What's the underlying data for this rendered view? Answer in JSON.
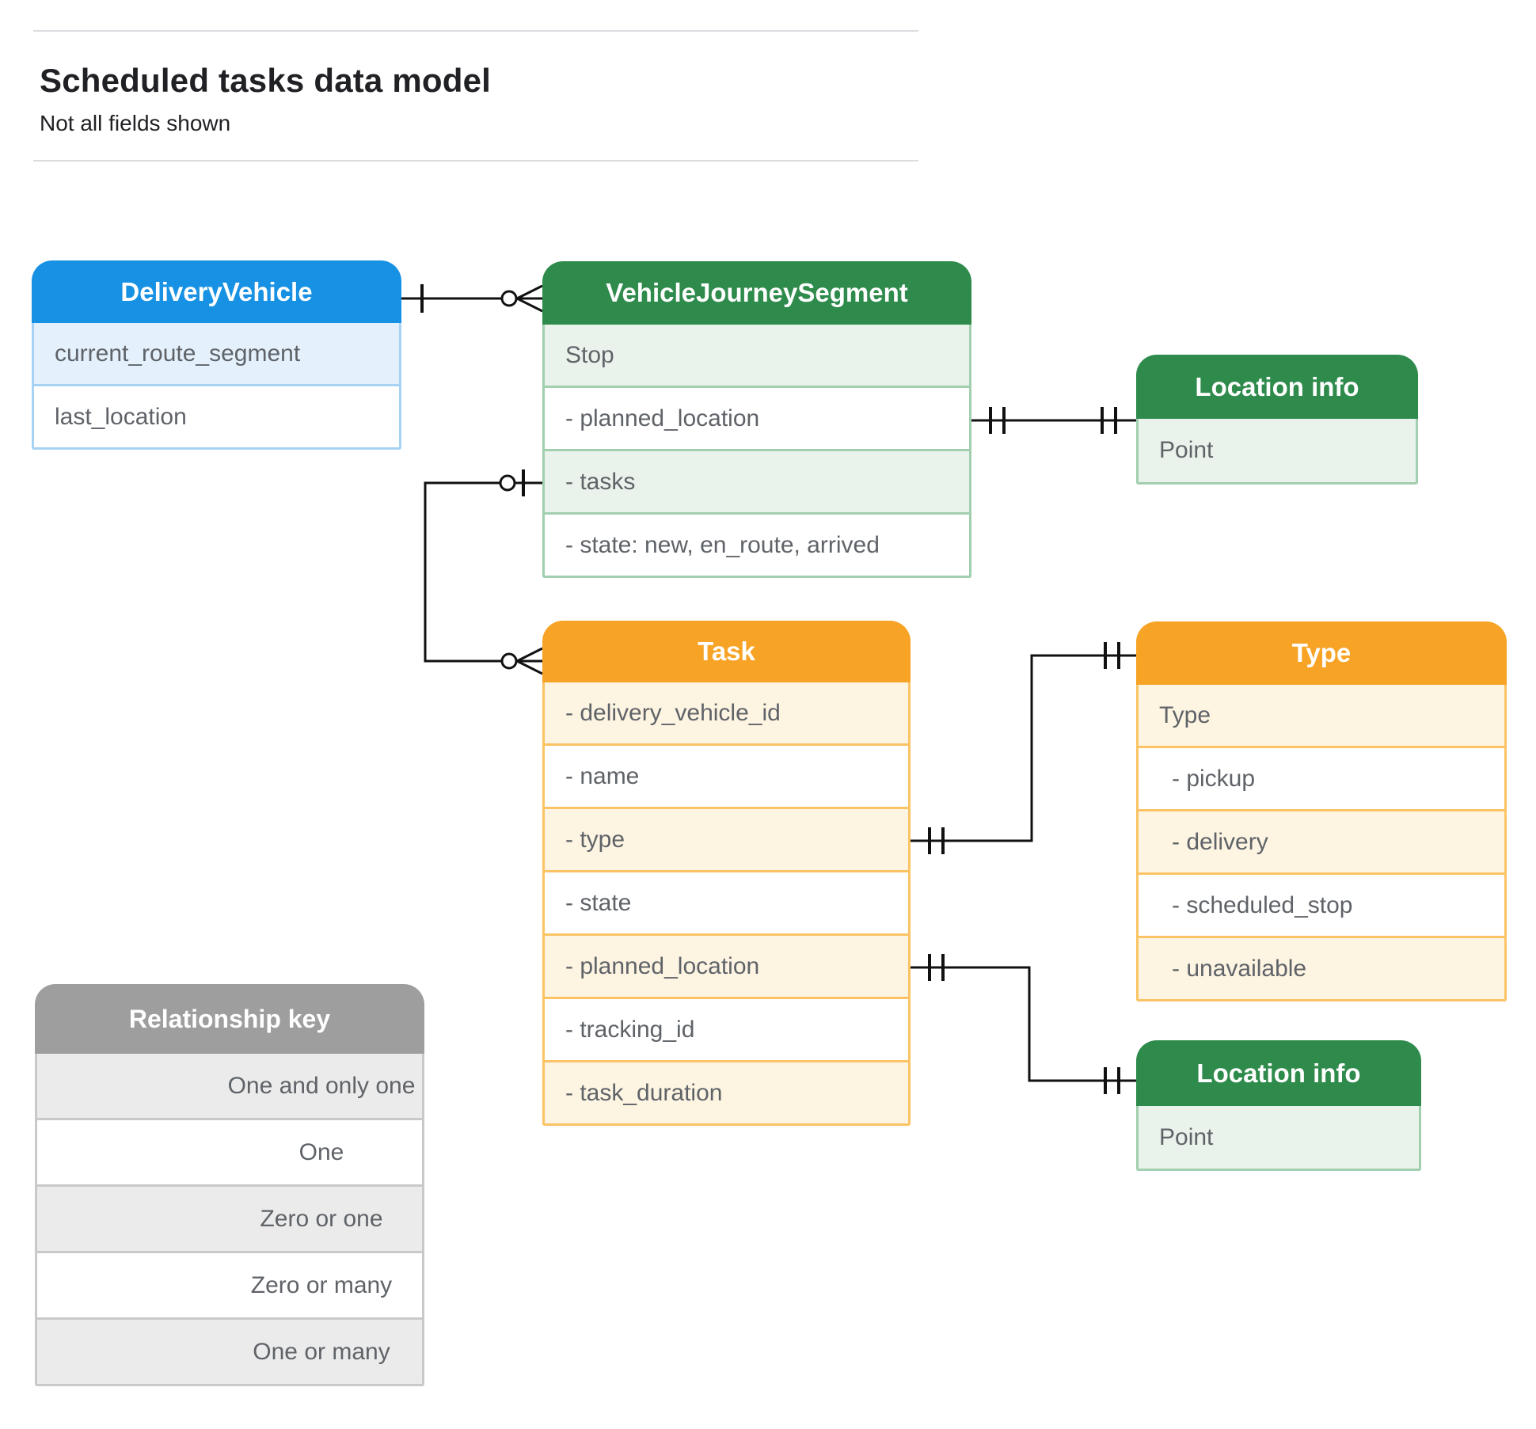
{
  "page": {
    "title": "Scheduled tasks data model",
    "subtitle": "Not all fields shown"
  },
  "entities": {
    "delivery_vehicle": {
      "title": "DeliveryVehicle",
      "rows": [
        "current_route_segment",
        "last_location"
      ]
    },
    "vehicle_journey_segment": {
      "title": "VehicleJourneySegment",
      "rows": [
        "Stop",
        "- planned_location",
        "- tasks",
        "- state: new, en_route, arrived"
      ]
    },
    "location_info_top": {
      "title": "Location info",
      "rows": [
        "Point"
      ]
    },
    "task": {
      "title": "Task",
      "rows": [
        "- delivery_vehicle_id",
        "- name",
        "- type",
        "- state",
        "- planned_location",
        "- tracking_id",
        "- task_duration"
      ]
    },
    "type": {
      "title": "Type",
      "rows": [
        "Type",
        "- pickup",
        "- delivery",
        "- scheduled_stop",
        "- unavailable"
      ]
    },
    "location_info_bottom": {
      "title": "Location info",
      "rows": [
        "Point"
      ]
    }
  },
  "legend": {
    "title": "Relationship key",
    "items": [
      "One and only one",
      "One",
      "Zero or one",
      "Zero or many",
      "One or many"
    ]
  },
  "relationships": [
    {
      "from": "DeliveryVehicle",
      "from_cardinality": "One",
      "to": "VehicleJourneySegment",
      "to_cardinality": "Zero or many"
    },
    {
      "from": "VehicleJourneySegment.tasks",
      "from_cardinality": "Zero or one",
      "to": "Task",
      "to_cardinality": "Zero or many"
    },
    {
      "from": "VehicleJourneySegment.planned_location",
      "from_cardinality": "One and only one",
      "to": "Location info",
      "to_cardinality": "One and only one"
    },
    {
      "from": "Task.type",
      "from_cardinality": "One and only one",
      "to": "Type",
      "to_cardinality": "One and only one"
    },
    {
      "from": "Task.planned_location",
      "from_cardinality": "One and only one",
      "to": "Location info",
      "to_cardinality": "One and only one"
    }
  ],
  "colors": {
    "c-blue": "#1791E3",
    "c-blue-light": "#E4F1FC",
    "c-blue-border": "#A6D3F3",
    "c-green": "#2E8B4B",
    "c-green-light": "#E9F3EB",
    "c-green-border": "#A2CFAF",
    "c-orange": "#F7A325",
    "c-orange-light": "#FDF4E2",
    "c-orange-border": "#FBC364",
    "c-gray": "#9E9E9E",
    "c-gray-light": "#EBEBEB",
    "c-gray-border": "#C9C9C9",
    "c-title": "#202124",
    "c-field": "#5F6368",
    "c-line": "#111111",
    "c-rule": "#DADCE0"
  }
}
